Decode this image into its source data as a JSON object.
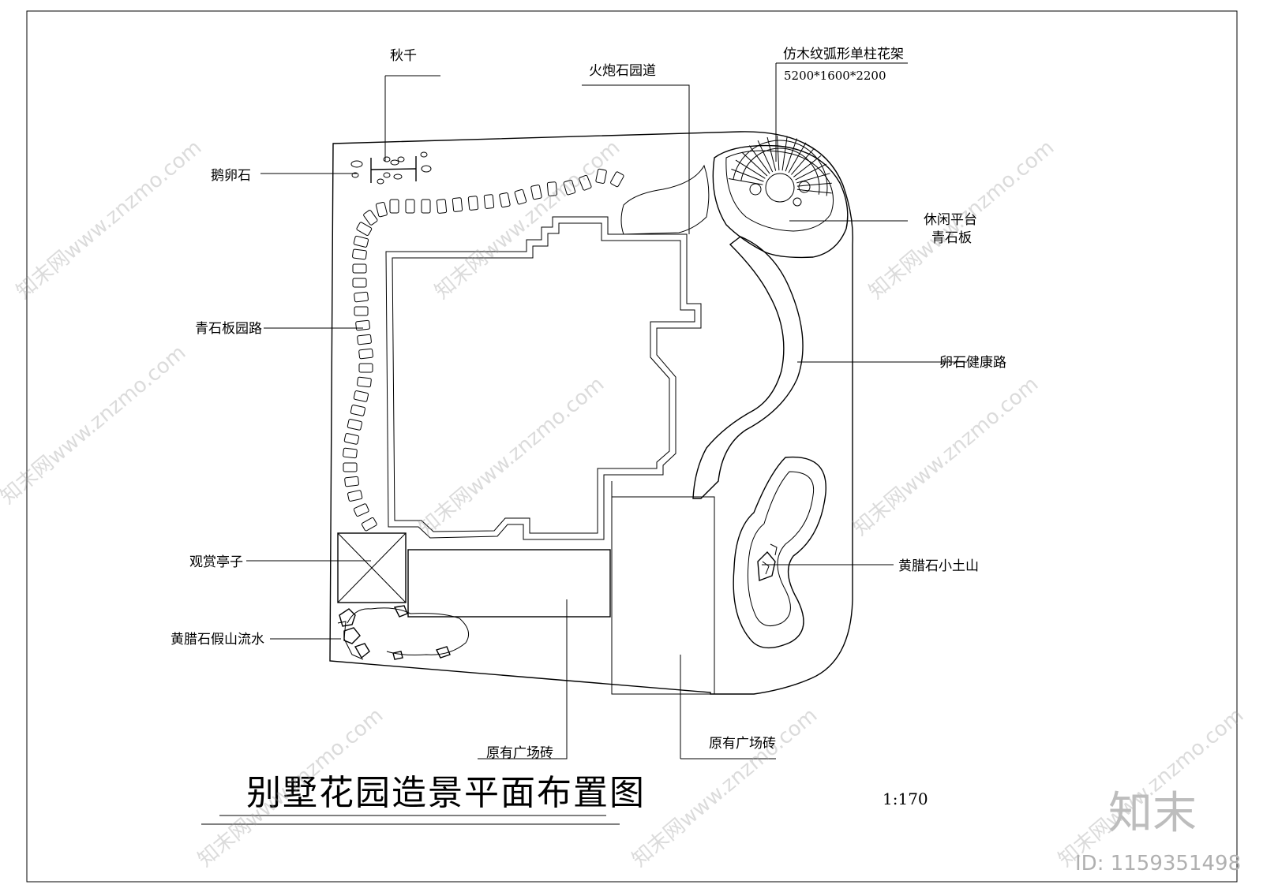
{
  "drawing": {
    "title": "别墅花园造景平面布置图",
    "scale": "1:170"
  },
  "labels": {
    "swing": "秋千",
    "cobblestone": "鹅卵石",
    "cannon_path": "火炮石园道",
    "pergola": "仿木纹弧形单柱花架",
    "pergola_size": "5200*1600*2200",
    "platform_line1": "休闲平台",
    "platform_line2": "青石板",
    "bluestone_path": "青石板园路",
    "pebble_path": "卵石健康路",
    "pavilion": "观赏亭子",
    "rock_hill": "黄腊石小土山",
    "rockery_stream": "黄腊石假山流水",
    "plaza_brick_1": "原有广场砖",
    "plaza_brick_2": "原有广场砖"
  },
  "watermark": {
    "text": "知末网www.znzmo.com",
    "brand": "知末",
    "id": "ID: 1159351498"
  }
}
